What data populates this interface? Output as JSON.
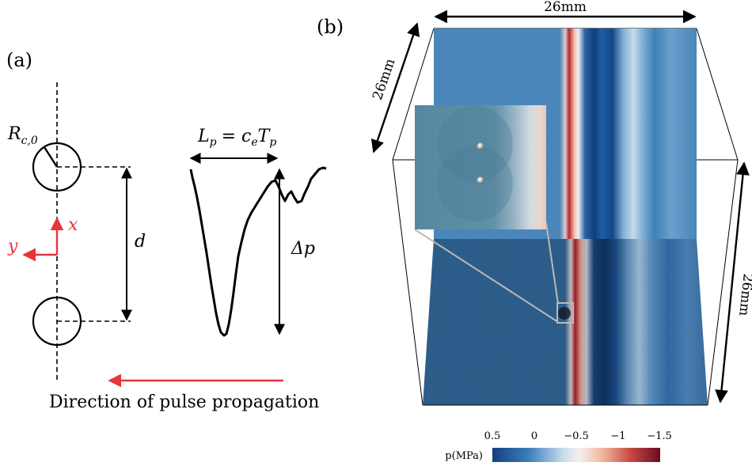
{
  "panel_a": {
    "label": "(a)",
    "radius_label": "R",
    "radius_sub": "c,0",
    "axis_x": "x",
    "axis_y": "y",
    "distance_label": "d",
    "pulse_length_label": "L",
    "pulse_length_sub": "p",
    "pulse_length_eq": "= c",
    "pulse_length_eq_sub": "e",
    "pulse_length_T": "T",
    "pulse_length_T_sub": "p",
    "amplitude_label": "Δp",
    "direction_label": "Direction of pulse propagation",
    "accent_color": "#e8343a"
  },
  "panel_b": {
    "label": "(b)",
    "width_label": "26mm",
    "depth_label": "26mm",
    "height_label": "26mm",
    "colorbar": {
      "title": "p(MPa)",
      "ticks": [
        "0.5",
        "0",
        "−0.5",
        "−1",
        "−1.5"
      ],
      "colors": [
        "#14407e",
        "#4a8cc2",
        "#eaf0f5",
        "#e9a48a",
        "#6b0c22"
      ]
    }
  }
}
